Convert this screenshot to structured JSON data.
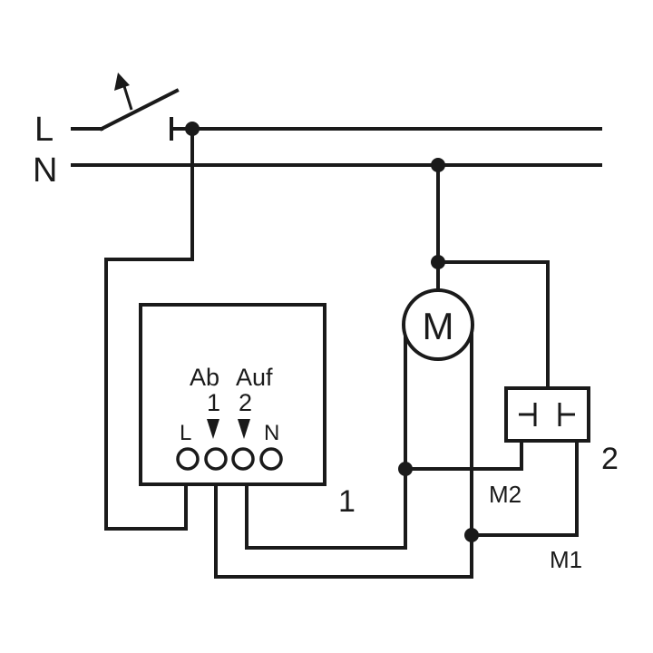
{
  "lines": {
    "l": "L",
    "n": "N"
  },
  "actuator": {
    "label_ab": "Ab",
    "label_auf": "Auf",
    "num_1": "1",
    "num_2": "2",
    "term_l": "L",
    "term_n": "N",
    "ref": "1"
  },
  "motor": {
    "symbol": "M"
  },
  "switch_unit": {
    "ref": "2"
  },
  "wires": {
    "m1": "M1",
    "m2": "M2"
  },
  "colors": {
    "ink": "#1a1a1a",
    "background": "#ffffff"
  }
}
